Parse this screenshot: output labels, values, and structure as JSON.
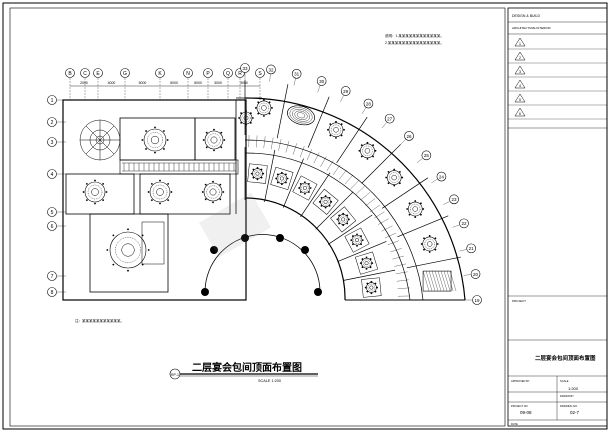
{
  "drawing": {
    "title": "二层宴会包间顶面布置图",
    "scale_label": "SCALE 1:200",
    "view_marker": "RP-1",
    "notes": [
      "说明：1.某某某某某某某某某某某某。",
      "2.某某某某某某某某某某某某某某某。"
    ],
    "note_bottom": "注：某某某某某某某某某某某。",
    "gridlines_top": [
      "B",
      "C",
      "E",
      "G",
      "K",
      "N",
      "P",
      "Q",
      "R",
      "S"
    ],
    "gridlines_left": [
      "1",
      "2",
      "3",
      "4",
      "5",
      "6",
      "7",
      "8"
    ],
    "gridlines_arc": [
      "19",
      "20",
      "21",
      "22",
      "23",
      "24",
      "25",
      "26",
      "27",
      "28",
      "29",
      "30",
      "31",
      "32",
      "33"
    ],
    "dimensions": [
      "2000",
      "4000",
      "5000",
      "5000",
      "5000",
      "3000",
      "3000"
    ]
  },
  "title_block": {
    "header": "DESIGN & BUILD",
    "subheader": "ARCHITECTURE INTERIOR",
    "revisions": [
      "1",
      "2",
      "3",
      "4",
      "5",
      "6"
    ],
    "project_label": "PROJECT",
    "sheet_name": "二层宴会包间顶面布置图",
    "approved_by_label": "APPROVED BY",
    "scale_label": "SCALE",
    "scale_value": "1:200",
    "drawn_by_label": "DRAWN BY",
    "project_no_label": "PROJECT NO.",
    "project_no": "09-08",
    "drawing_no_label": "DRAWING NO.",
    "drawing_no": "02-7",
    "date_label": "DATE"
  }
}
